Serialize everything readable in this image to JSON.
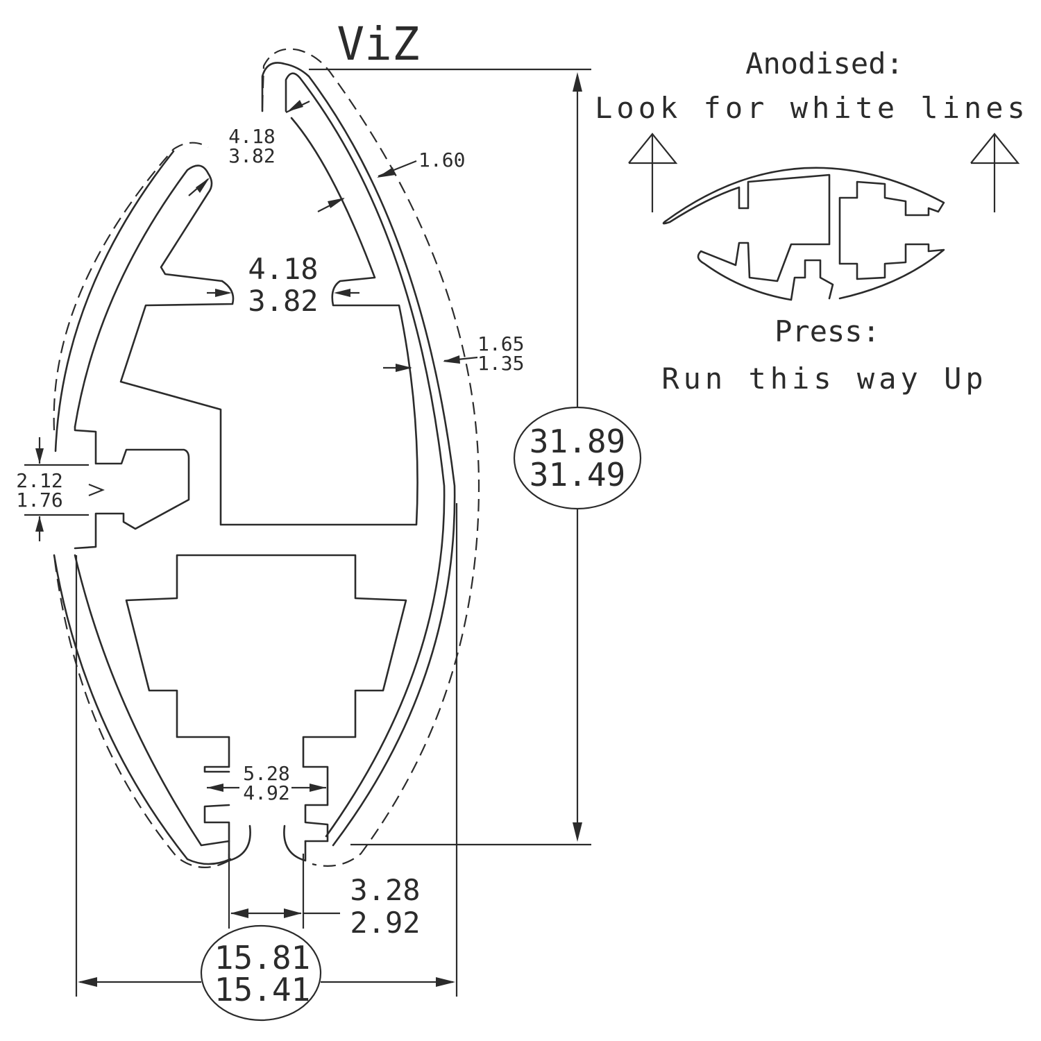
{
  "title": "ViZ",
  "notes": {
    "anodised_heading": "Anodised:",
    "anodised_text": "Look for white lines",
    "press_heading": "Press:",
    "press_text": "Run this way Up"
  },
  "dimensions": {
    "height_max": "31.89",
    "height_min": "31.49",
    "width_max": "15.81",
    "width_min": "15.41",
    "slot_bottom_max": "3.28",
    "slot_bottom_min": "2.92",
    "slot_lower_max": "5.28",
    "slot_lower_min": "4.92",
    "slot_upper_max": "4.18",
    "slot_upper_min": "3.82",
    "top_gap_max": "4.18",
    "top_gap_min": "3.82",
    "wall_outer": "1.60",
    "wall_side_max": "1.65",
    "wall_side_min": "1.35",
    "side_slot_max": "2.12",
    "side_slot_min": "1.76"
  }
}
